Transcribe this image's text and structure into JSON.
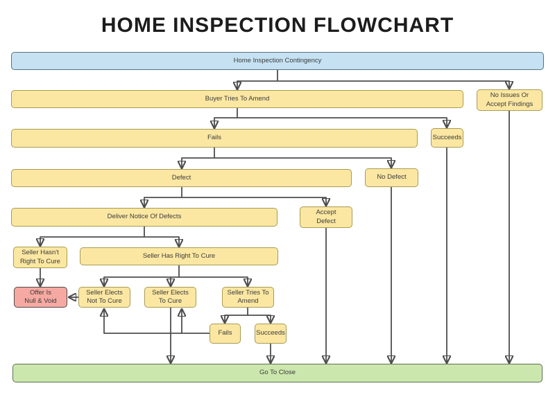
{
  "title": "HOME INSPECTION FLOWCHART",
  "colors": {
    "start_fill": "#C5E1F2",
    "start_border": "#55707E",
    "process_fill": "#FBE7A2",
    "process_border": "#A79B52",
    "terminal_fill": "#CCE7AE",
    "terminal_border": "#5C6E51",
    "dead_end_fill": "#F6A9A2",
    "dead_end_border": "#4E4A47",
    "connector": "#4D4D4D"
  },
  "flowchart": {
    "nodes": [
      {
        "id": "contingency",
        "label": "Home Inspection Contingency",
        "type": "start"
      },
      {
        "id": "buyer-amend",
        "label": "Buyer Tries To Amend",
        "type": "process"
      },
      {
        "id": "no-issues",
        "label": "No Issues Or\nAccept Findings",
        "type": "process"
      },
      {
        "id": "fails-1",
        "label": "Fails",
        "type": "process"
      },
      {
        "id": "succeeds-1",
        "label": "Succeeds",
        "type": "process"
      },
      {
        "id": "defect",
        "label": "Defect",
        "type": "process"
      },
      {
        "id": "no-defect",
        "label": "No Defect",
        "type": "process"
      },
      {
        "id": "deliver-notice",
        "label": "Deliver Notice Of Defects",
        "type": "process"
      },
      {
        "id": "accept-defect",
        "label": "Accept\nDefect",
        "type": "process"
      },
      {
        "id": "seller-hasnt",
        "label": "Seller Hasn't\nRight To Cure",
        "type": "process"
      },
      {
        "id": "seller-has",
        "label": "Seller Has Right To Cure",
        "type": "process"
      },
      {
        "id": "null-void",
        "label": "Offer Is\nNull & Void",
        "type": "dead-end"
      },
      {
        "id": "elects-not",
        "label": "Seller Elects\nNot To Cure",
        "type": "process"
      },
      {
        "id": "elects-cure",
        "label": "Seller Elects\nTo Cure",
        "type": "process"
      },
      {
        "id": "tries-amend",
        "label": "Seller Tries To\nAmend",
        "type": "process"
      },
      {
        "id": "fails-2",
        "label": "Fails",
        "type": "process"
      },
      {
        "id": "succeeds-2",
        "label": "Succeeds",
        "type": "process"
      },
      {
        "id": "close",
        "label": "Go To Close",
        "type": "terminal"
      }
    ],
    "edges": [
      {
        "from": "contingency",
        "to": "buyer-amend"
      },
      {
        "from": "contingency",
        "to": "no-issues"
      },
      {
        "from": "buyer-amend",
        "to": "fails-1"
      },
      {
        "from": "buyer-amend",
        "to": "succeeds-1"
      },
      {
        "from": "fails-1",
        "to": "defect"
      },
      {
        "from": "fails-1",
        "to": "no-defect"
      },
      {
        "from": "defect",
        "to": "deliver-notice"
      },
      {
        "from": "defect",
        "to": "accept-defect"
      },
      {
        "from": "deliver-notice",
        "to": "seller-hasnt"
      },
      {
        "from": "deliver-notice",
        "to": "seller-has"
      },
      {
        "from": "seller-hasnt",
        "to": "null-void"
      },
      {
        "from": "seller-has",
        "to": "elects-not"
      },
      {
        "from": "seller-has",
        "to": "elects-cure"
      },
      {
        "from": "seller-has",
        "to": "tries-amend"
      },
      {
        "from": "elects-not",
        "to": "null-void"
      },
      {
        "from": "tries-amend",
        "to": "fails-2"
      },
      {
        "from": "tries-amend",
        "to": "succeeds-2"
      },
      {
        "from": "fails-2",
        "to": "elects-not"
      },
      {
        "from": "fails-2",
        "to": "elects-cure"
      },
      {
        "from": "elects-cure",
        "to": "close"
      },
      {
        "from": "succeeds-2",
        "to": "close"
      },
      {
        "from": "accept-defect",
        "to": "close"
      },
      {
        "from": "no-defect",
        "to": "close"
      },
      {
        "from": "succeeds-1",
        "to": "close"
      },
      {
        "from": "no-issues",
        "to": "close"
      }
    ]
  }
}
